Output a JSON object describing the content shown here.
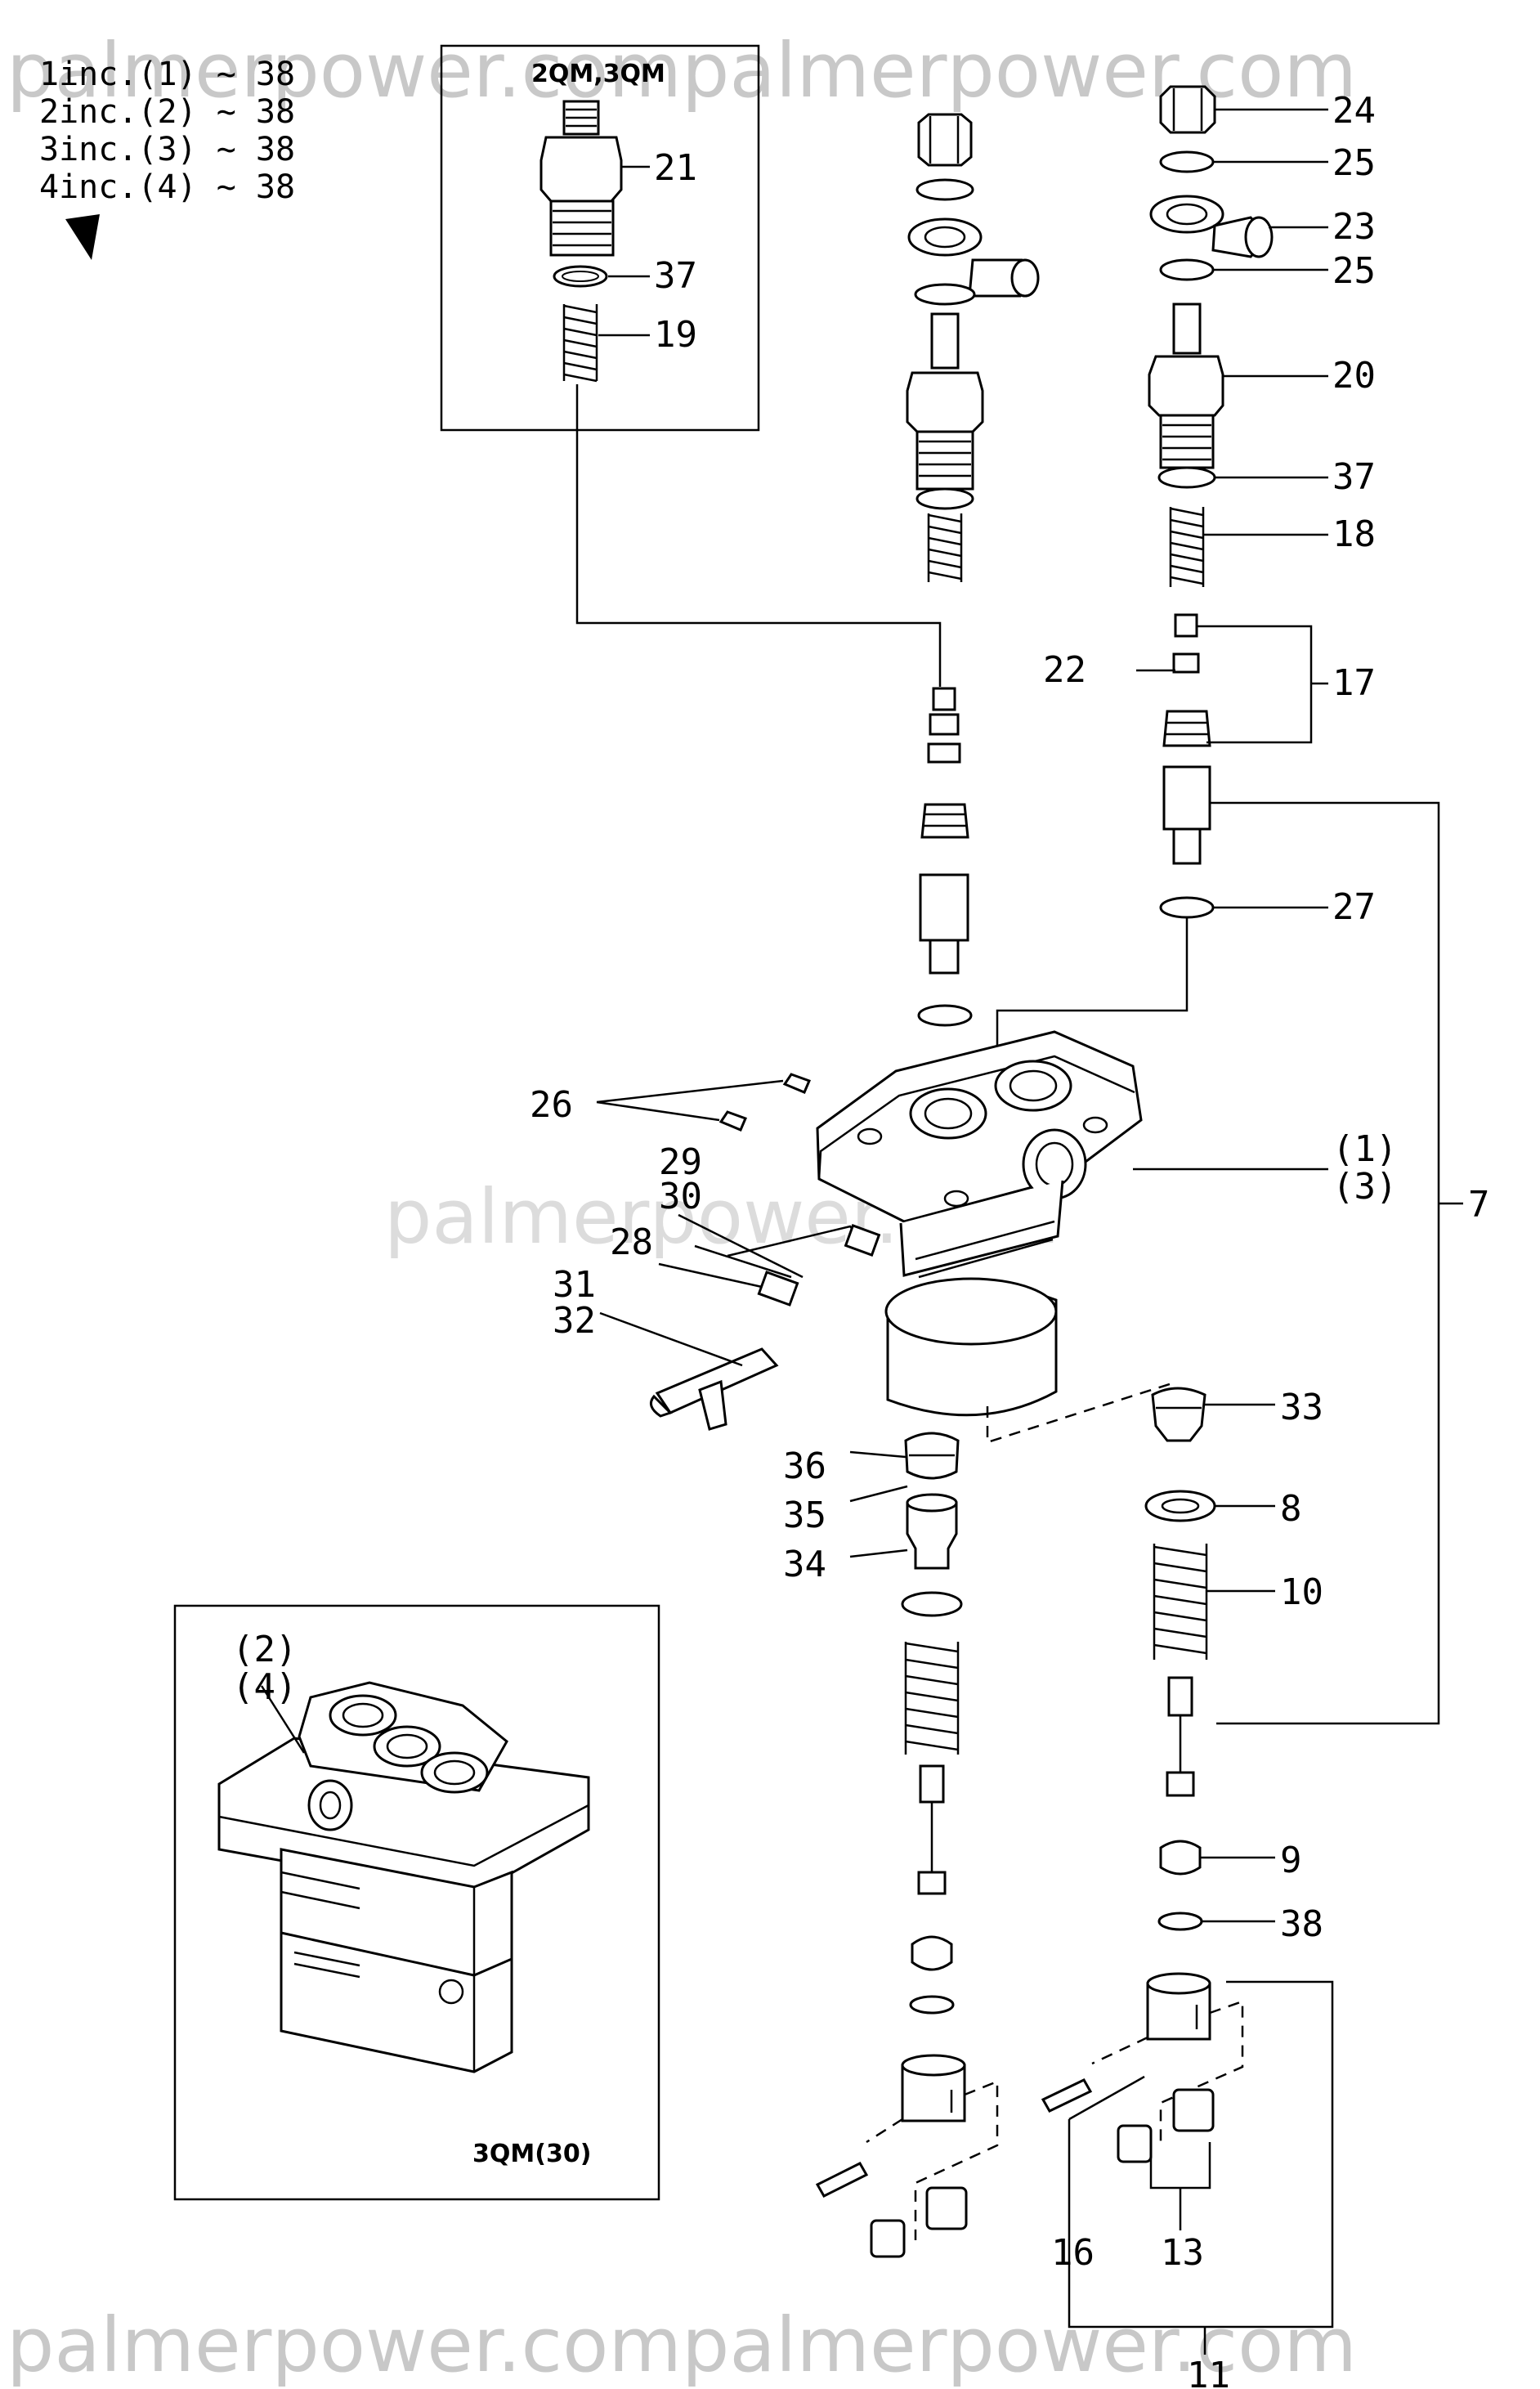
{
  "watermark": {
    "top": "palmerpower.compalmerpower.com",
    "middle": "palmerpower.com",
    "bottom": "palmerpower.compalmerpower.com"
  },
  "inclusions": [
    "1inc.(1) ~ 38",
    "2inc.(2) ~ 38",
    "3inc.(3) ~ 38",
    "4inc.(4) ~ 38"
  ],
  "inset_top": {
    "title": "2QM,3QM"
  },
  "inset_bottom": {
    "title": "3QM(30)"
  },
  "callouts": {
    "p24": "24",
    "p25a": "25",
    "p23": "23",
    "p25b": "25",
    "p20": "20",
    "p37a": "37",
    "p18": "18",
    "p22": "22",
    "p17": "17",
    "p27": "27",
    "p21": "21",
    "p37b": "37",
    "p19": "19",
    "p26": "26",
    "p29": "29",
    "p30": "30",
    "p28": "28",
    "p31": "31",
    "p32": "32",
    "p1": "(1)",
    "p3": "(3)",
    "p7": "7",
    "p33": "33",
    "p8": "8",
    "p10": "10",
    "p9": "9",
    "p38": "38",
    "p36": "36",
    "p35": "35",
    "p34": "34",
    "p2": "(2)",
    "p4": "(4)",
    "p16": "16",
    "p13": "13",
    "p11": "11"
  }
}
